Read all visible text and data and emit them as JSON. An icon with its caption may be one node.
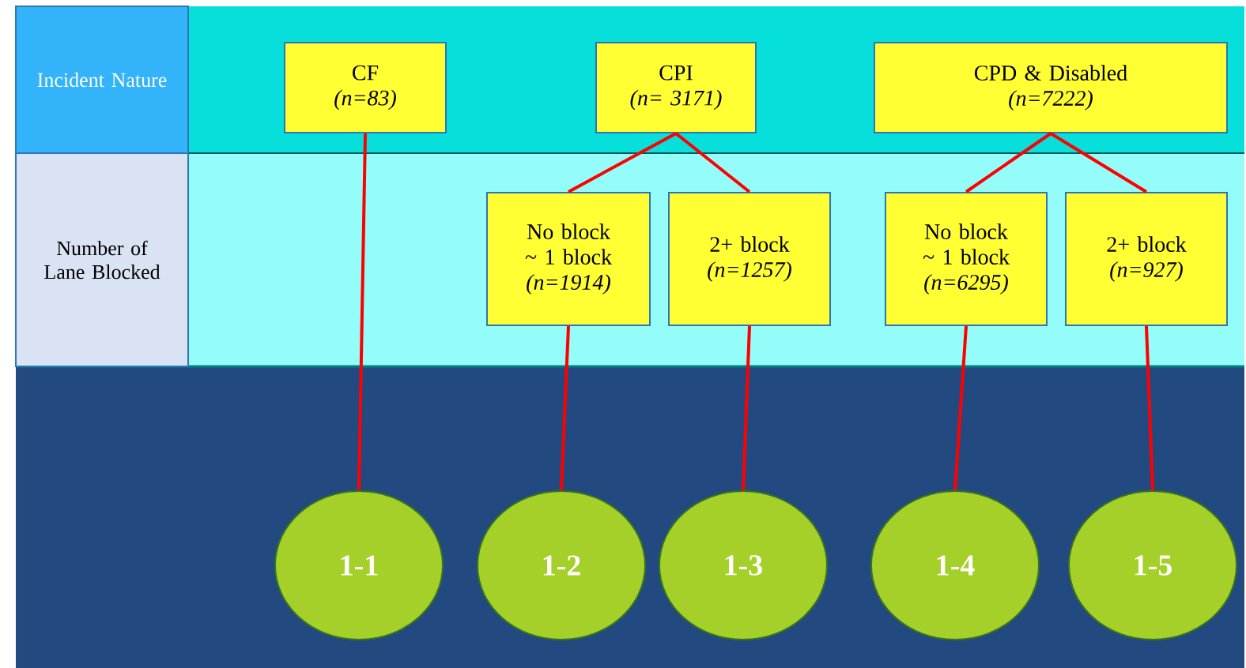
{
  "diagram": {
    "nodes": [
      {
        "text": [
          "Incident Nature"
        ]
      },
      {
        "text": [
          "Number of Lane Blocked"
        ]
      },
      {
        "text": [
          "CF",
          "(n=83)"
        ]
      },
      {
        "text": [
          "CPI",
          "(n= 3171)"
        ]
      },
      {
        "text": [
          "CPD & Disabled",
          "(n=7222)"
        ]
      },
      {
        "text": [
          "No block ~ 1 block",
          "(n=1914)"
        ]
      },
      {
        "text": [
          "2+ block",
          "(n=1257)"
        ]
      },
      {
        "text": [
          "No block ~ 1 block",
          "(n=6295)"
        ]
      },
      {
        "text": [
          "2+ block",
          "(n=927)"
        ]
      },
      {
        "text": [
          "1-1"
        ]
      },
      {
        "text": [
          "1-2"
        ]
      },
      {
        "text": [
          "1-3"
        ]
      },
      {
        "text": [
          "1-4"
        ]
      },
      {
        "text": [
          "1-5"
        ]
      }
    ],
    "edges": [
      {
        "from": 2,
        "to": 9,
        "arrow": "none"
      },
      {
        "from": 3,
        "to": 5,
        "arrow": "none"
      },
      {
        "from": 3,
        "to": 6,
        "arrow": "none"
      },
      {
        "from": 5,
        "to": 10,
        "arrow": "none"
      },
      {
        "from": 6,
        "to": 11,
        "arrow": "none"
      },
      {
        "from": 4,
        "to": 7,
        "arrow": "none"
      },
      {
        "from": 4,
        "to": 8,
        "arrow": "none"
      },
      {
        "from": 7,
        "to": 12,
        "arrow": "none"
      },
      {
        "from": 8,
        "to": 13,
        "arrow": "none"
      }
    ]
  }
}
